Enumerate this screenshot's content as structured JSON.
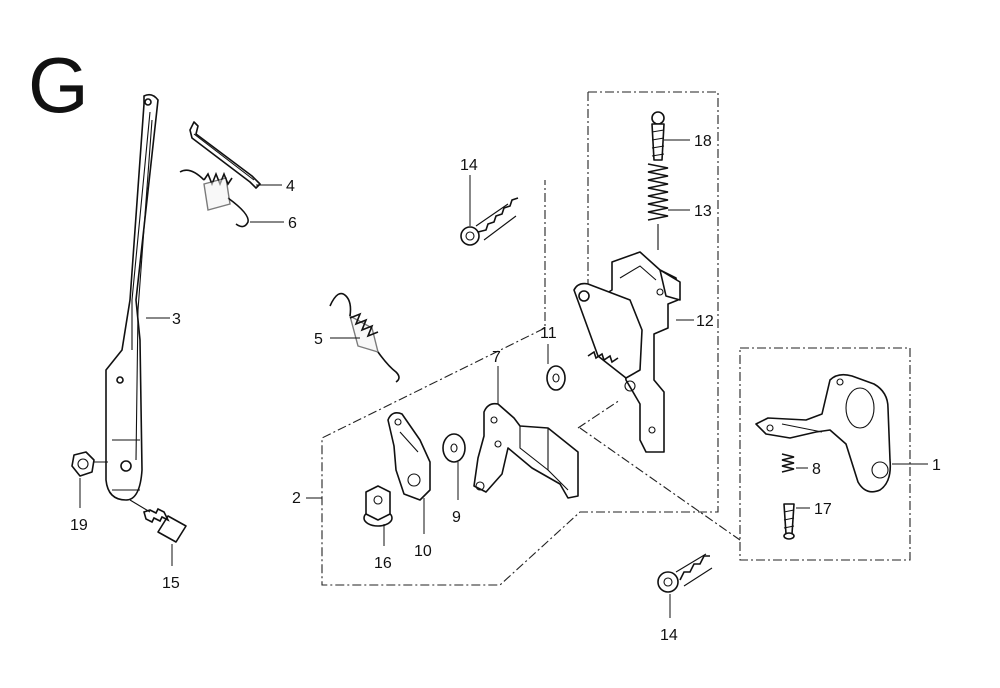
{
  "section_letter": "G",
  "callouts": {
    "p1": "1",
    "p2": "2",
    "p3": "3",
    "p4": "4",
    "p5": "5",
    "p6": "6",
    "p7": "7",
    "p8": "8",
    "p9": "9",
    "p10": "10",
    "p11": "11",
    "p12": "12",
    "p13": "13",
    "p14a": "14",
    "p14b": "14",
    "p15": "15",
    "p16": "16",
    "p17": "17",
    "p18": "18",
    "p19": "19"
  }
}
